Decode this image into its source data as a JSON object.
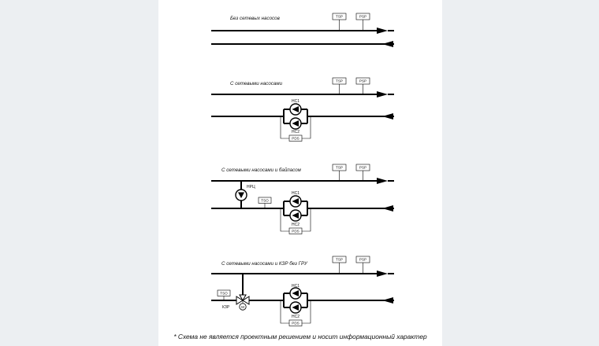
{
  "sections": [
    {
      "title": "Без сетевых насосов",
      "tags": [
        "TSP",
        "PSP"
      ]
    },
    {
      "title": "С сетевыми насосами",
      "tags": [
        "TSP",
        "PSP"
      ],
      "pump1": "НС1",
      "pump2": "НС2",
      "pds": "PDS"
    },
    {
      "title": "С сетевыми насосами и байпасом",
      "tags": [
        "TSP",
        "PSP"
      ],
      "pump1": "НС1",
      "pump2": "НС2",
      "pds": "PDS",
      "bypass_pump": "НРЦ",
      "tso": "TSO"
    },
    {
      "title": "С сетевыми насосами и КЗР без ГРУ",
      "tags": [
        "TSP",
        "PSP"
      ],
      "pump1": "НС1",
      "pump2": "НС2",
      "pds": "PDS",
      "tso": "TSO",
      "valve": "КЗР",
      "motor": "M"
    }
  ],
  "footnote": "* Схема не является проектным решением и носит информационный характер"
}
